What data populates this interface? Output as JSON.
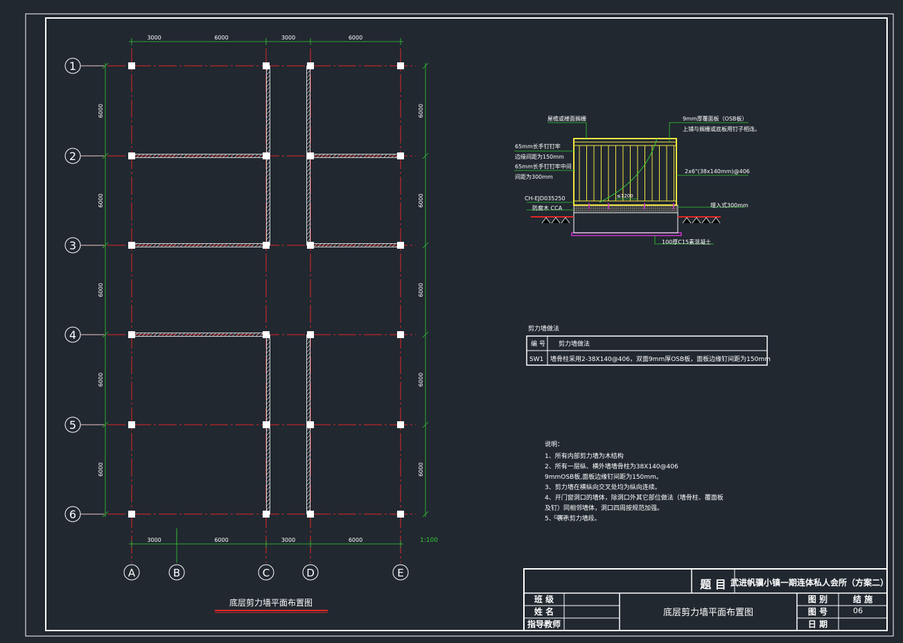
{
  "plan": {
    "rows": [
      "1",
      "2",
      "3",
      "4",
      "5",
      "6"
    ],
    "cols": [
      "A",
      "B",
      "C",
      "D",
      "E"
    ],
    "dims_top": [
      "3000",
      "6000",
      "3000",
      "6000"
    ],
    "dims_bottom": [
      "3000",
      "6000",
      "3000",
      "6000"
    ],
    "dims_left": [
      "6000",
      "6000",
      "6000",
      "6000",
      "6000"
    ],
    "dims_right": [
      "6000",
      "6000",
      "6000",
      "6000",
      "6000"
    ],
    "scale": "1:100",
    "title": "底层剪力墙平面布置图"
  },
  "detail": {
    "label_top_left": "屋檐或楼面搁栅",
    "label_top_right_1": "9mm厚覆面板（OSB板）",
    "label_top_right_2": "上铺与搁栅或底板用钉子相连。",
    "label_left_1": "65mm长手钉钉牢",
    "label_left_2": "边缘间距为150mm",
    "label_left_3": "65mm长手钉钉牢中间",
    "label_left_4": "间距为300mm",
    "label_right_mid": "2x6\"(38x140mm)@406",
    "label_spacing": "≤1200",
    "label_anchor": "CH-EJD035250",
    "label_sill": "防腐木 CCA",
    "label_embed": "埋入式300mm",
    "label_base": "100厚C15素混凝土"
  },
  "table": {
    "caption": "剪力墙做法",
    "headers": [
      "编 号",
      "剪力墙做法"
    ],
    "rows": [
      [
        "SW1",
        "墙骨柱采用2-38X140@406，双面9mm厚OSB板，面板边缘钉间距为150mm"
      ]
    ]
  },
  "notes": {
    "heading": "说明：",
    "lines": [
      "1、所有内部剪力墙为木结构",
      "2、所有一层纵、横外墙墙骨柱为38X140@406",
      "  9mmOSB板,面板边缘钉间距为150mm。",
      "3、剪力墙在横纵向交叉处均为纵向连续。",
      "4、开门窗洞口的墙体，除洞口外其它部位做法（墙骨柱、覆面板",
      "及钉）同相邻墙体，洞口四周按规范加强。",
      "5、 表示剪力墙段。"
    ]
  },
  "titleblock": {
    "project_label": "题 目",
    "project_name": "武进帆骥小镇一期连体私人会所（方案二）",
    "class_label": "班 级",
    "name_label": "姓 名",
    "advisor_label": "指导教师",
    "drawing_name": "底层剪力墙平面布置图",
    "category_label": "图 别",
    "category_value": "结 施",
    "number_label": "图 号",
    "number_value": "06",
    "date_label": "日 期"
  },
  "colors": {
    "background": "#212830",
    "axis": "#e32626",
    "dimension": "#33cc33",
    "wall": "#ffffff",
    "detail_frame": "#f5e642",
    "detail_base": "#cc33cc",
    "leader": "#33cc33"
  }
}
